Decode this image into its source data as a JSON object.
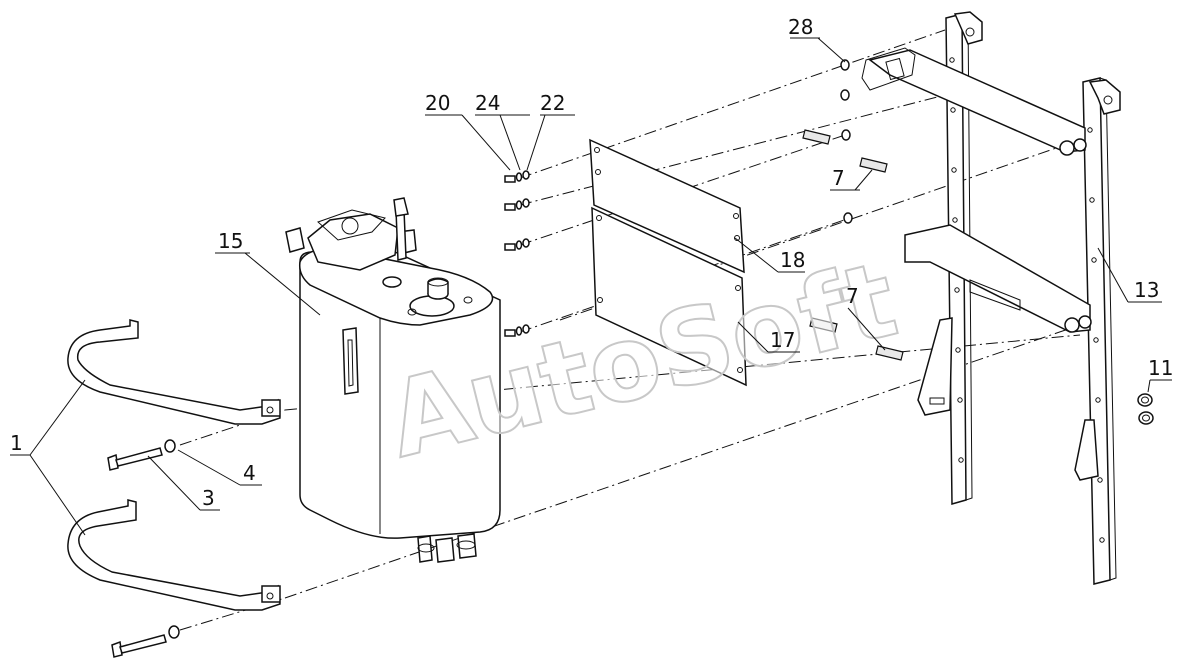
{
  "watermark": "AutoSoft",
  "callouts": {
    "c1": "1",
    "c3": "3",
    "c4": "4",
    "c7a": "7",
    "c7b": "7",
    "c11": "11",
    "c13": "13",
    "c15": "15",
    "c17": "17",
    "c18": "18",
    "c20": "20",
    "c22": "22",
    "c24": "24",
    "c28": "28"
  },
  "colors": {
    "ink": "#111111",
    "paper": "#ffffff",
    "watermark_stroke": "#c8c8c8"
  }
}
